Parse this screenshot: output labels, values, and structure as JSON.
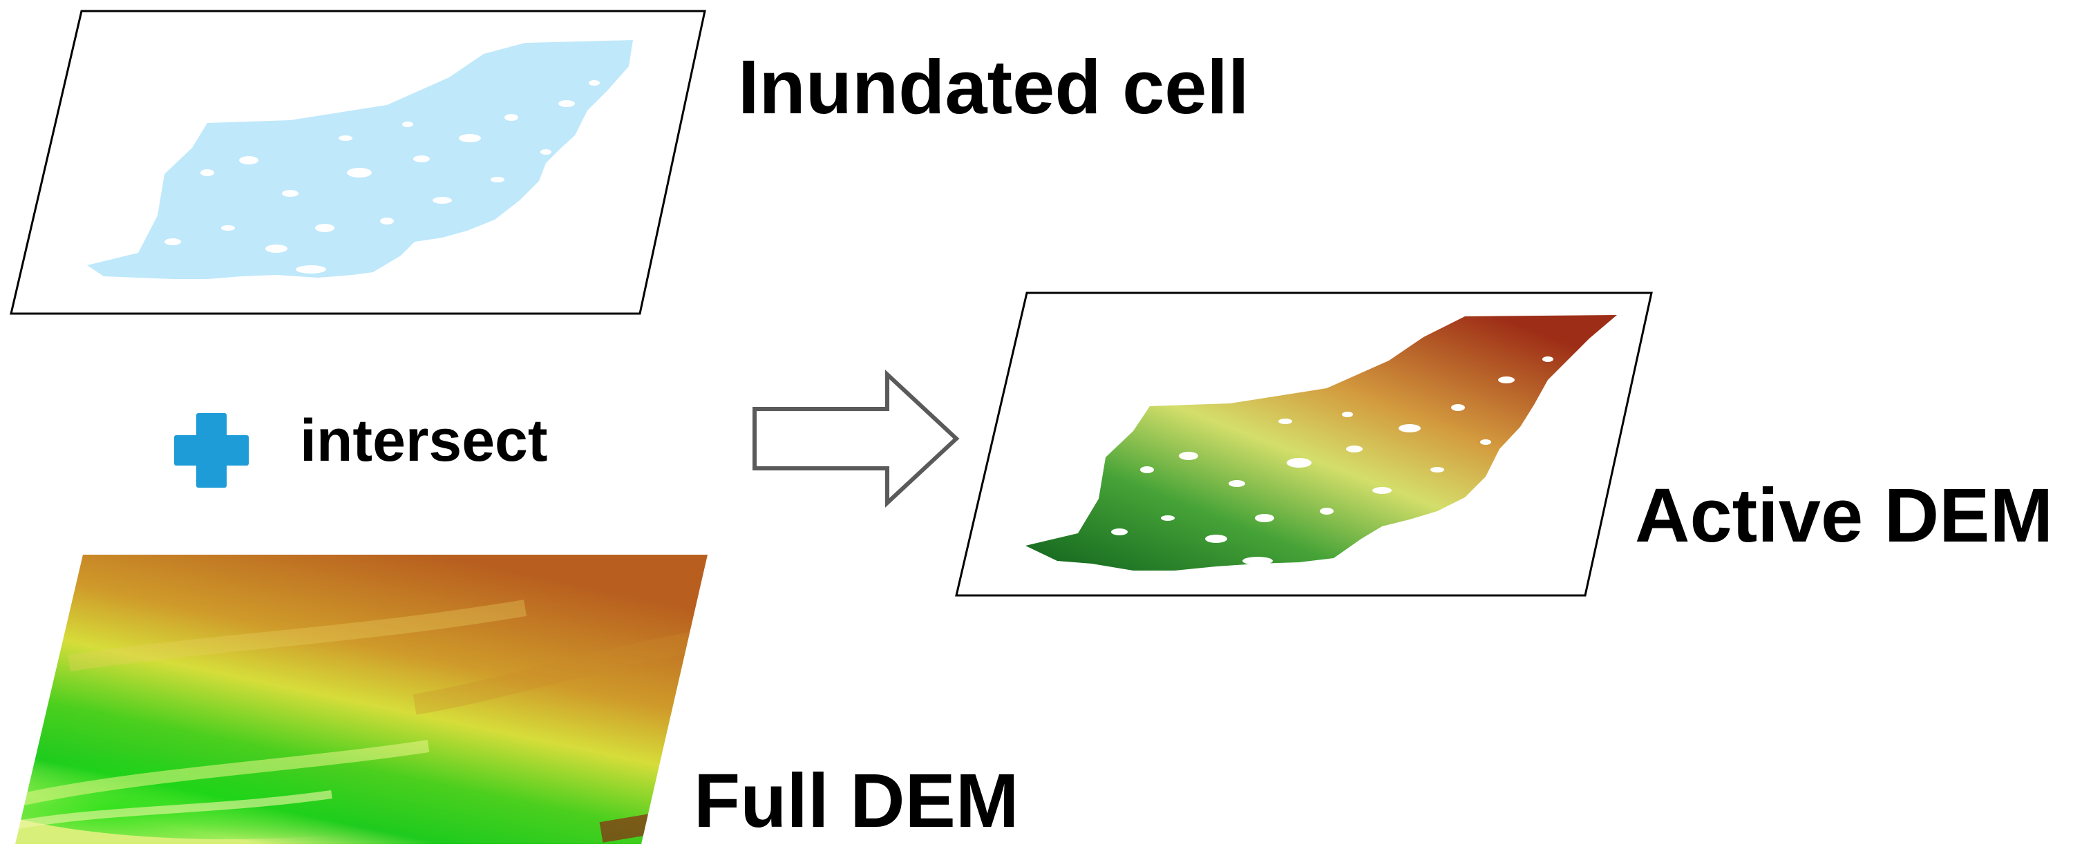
{
  "labels": {
    "inundated": "Inundated cell",
    "operator": "intersect",
    "full_dem": "Full DEM",
    "active_dem": "Active DEM"
  },
  "icons": {
    "operator_symbol": "plus-icon",
    "flow_arrow": "right-arrow-icon"
  },
  "colors": {
    "inundated_fill": "#bfe8fb",
    "plus_icon": "#1e9cd7",
    "arrow_fill": "#ffffff",
    "arrow_stroke": "#5a5a5a",
    "panel_border": "#000000",
    "dem_low": "#1a7a1a",
    "dem_mid_low": "#33c21a",
    "dem_mid": "#d8df5a",
    "dem_mid_high": "#c69a33",
    "dem_high": "#a8351c"
  }
}
